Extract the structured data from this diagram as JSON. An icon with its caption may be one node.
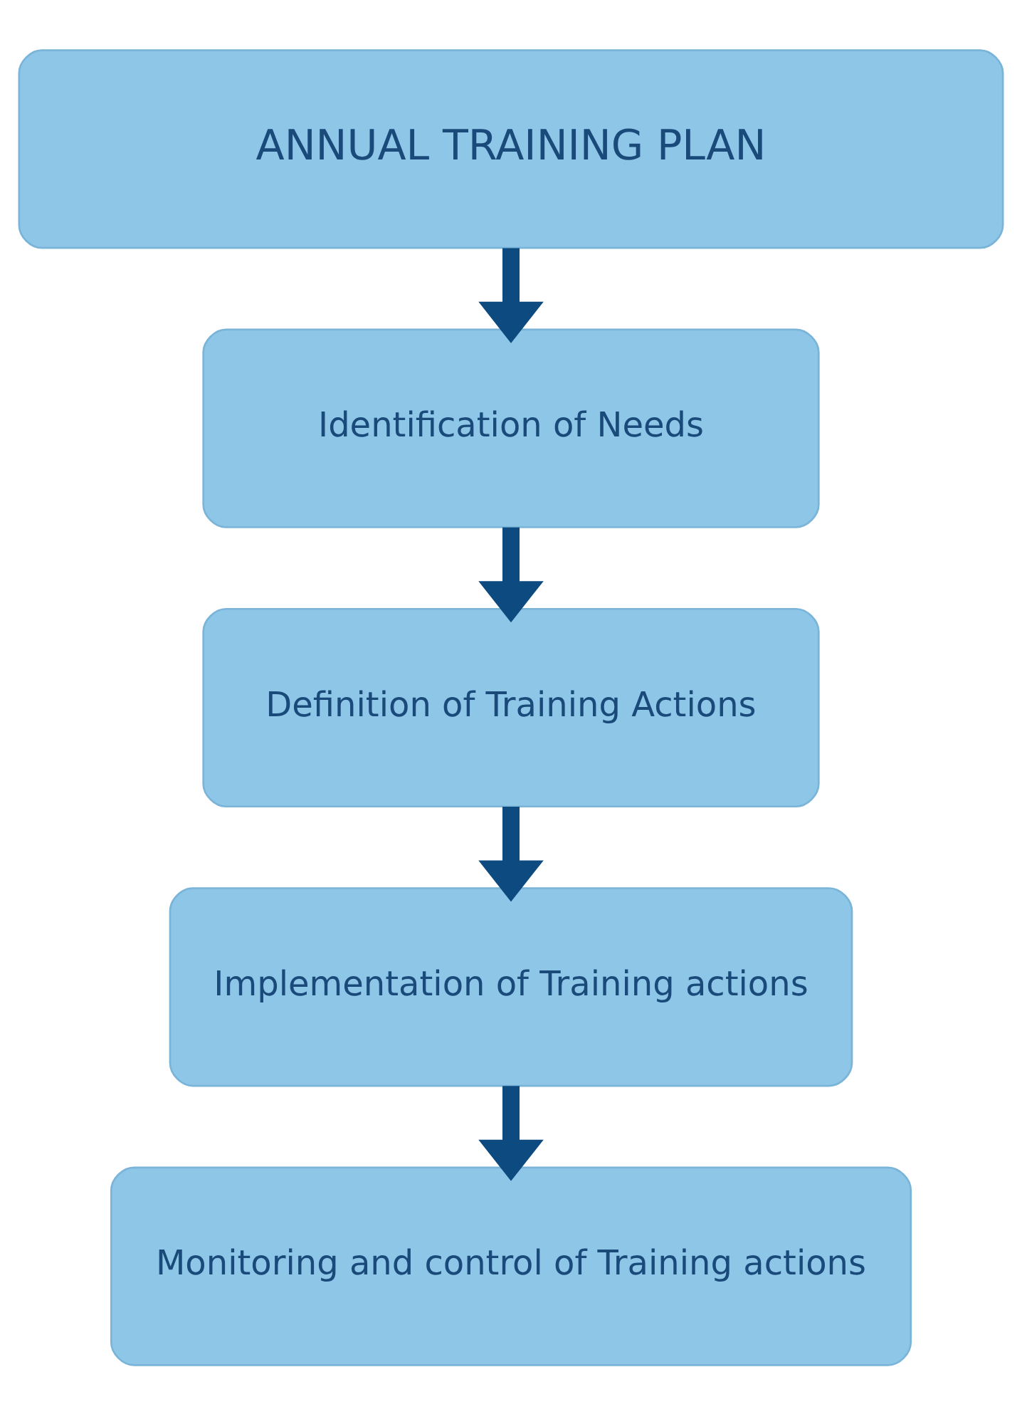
{
  "diagram": {
    "nodes": [
      {
        "text": [
          "ANNUAL TRAINING PLAN"
        ]
      },
      {
        "text": [
          "Identification of Needs"
        ]
      },
      {
        "text": [
          "Definition of Training Actions"
        ]
      },
      {
        "text": [
          "Implementation of Training actions"
        ]
      },
      {
        "text": [
          "Monitoring and control of Training actions"
        ]
      }
    ],
    "edges": [
      {
        "from": 0,
        "to": 1,
        "arrow": "to"
      },
      {
        "from": 1,
        "to": 2,
        "arrow": "to"
      },
      {
        "from": 2,
        "to": 3,
        "arrow": "to"
      },
      {
        "from": 3,
        "to": 4,
        "arrow": "to"
      }
    ]
  }
}
